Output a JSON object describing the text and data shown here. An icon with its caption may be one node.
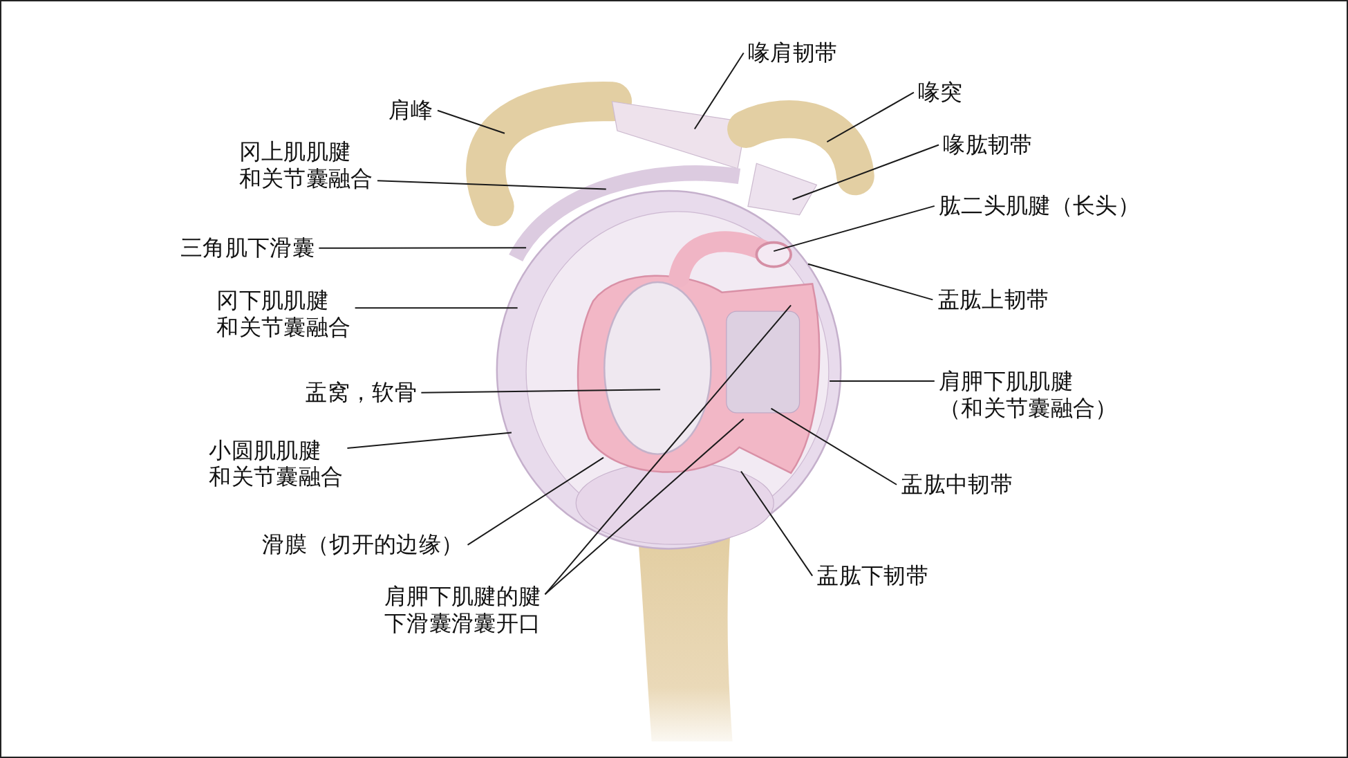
{
  "diagram": {
    "nodes": [
      {
        "text": [
          "喙肩韧带"
        ]
      },
      {
        "text": [
          "喙突"
        ]
      },
      {
        "text": [
          "肩峰"
        ]
      },
      {
        "text": [
          "冈上肌肌腱和关节囊融合"
        ]
      },
      {
        "text": [
          "喙肱韧带"
        ]
      },
      {
        "text": [
          "肱二头肌腱（长头）"
        ]
      },
      {
        "text": [
          "三角肌下滑囊"
        ]
      },
      {
        "text": [
          "盂肱上韧带"
        ]
      },
      {
        "text": [
          "冈下肌肌腱和关节囊融合"
        ]
      },
      {
        "text": [
          "肩胛下肌肌腱（和关节囊融合）"
        ]
      },
      {
        "text": [
          "盂窝，软骨"
        ]
      },
      {
        "text": [
          "小圆肌肌腱和关节囊融合"
        ]
      },
      {
        "text": [
          "盂肱中韧带"
        ]
      },
      {
        "text": [
          "滑膜（切开的边缘）"
        ]
      },
      {
        "text": [
          "盂肱下韧带"
        ]
      },
      {
        "text": [
          "肩胛下肌腱的腱下滑囊滑囊开口"
        ]
      }
    ],
    "edges": [
      {
        "from": 0,
        "to": null,
        "arrow": "none"
      },
      {
        "from": 1,
        "to": null,
        "arrow": "none"
      },
      {
        "from": 2,
        "to": null,
        "arrow": "none"
      },
      {
        "from": 3,
        "to": null,
        "arrow": "none"
      },
      {
        "from": 4,
        "to": null,
        "arrow": "none"
      },
      {
        "from": 5,
        "to": null,
        "arrow": "none"
      },
      {
        "from": 6,
        "to": null,
        "arrow": "none"
      },
      {
        "from": 7,
        "to": null,
        "arrow": "none"
      },
      {
        "from": 8,
        "to": null,
        "arrow": "none"
      },
      {
        "from": 9,
        "to": null,
        "arrow": "none"
      },
      {
        "from": 10,
        "to": null,
        "arrow": "none"
      },
      {
        "from": 11,
        "to": null,
        "arrow": "none"
      },
      {
        "from": 12,
        "to": null,
        "arrow": "none"
      },
      {
        "from": 13,
        "to": null,
        "arrow": "none"
      },
      {
        "from": 14,
        "to": null,
        "arrow": "none"
      },
      {
        "from": 15,
        "to": null,
        "arrow": "none"
      },
      {
        "from": 15,
        "to": null,
        "arrow": "none"
      }
    ]
  }
}
